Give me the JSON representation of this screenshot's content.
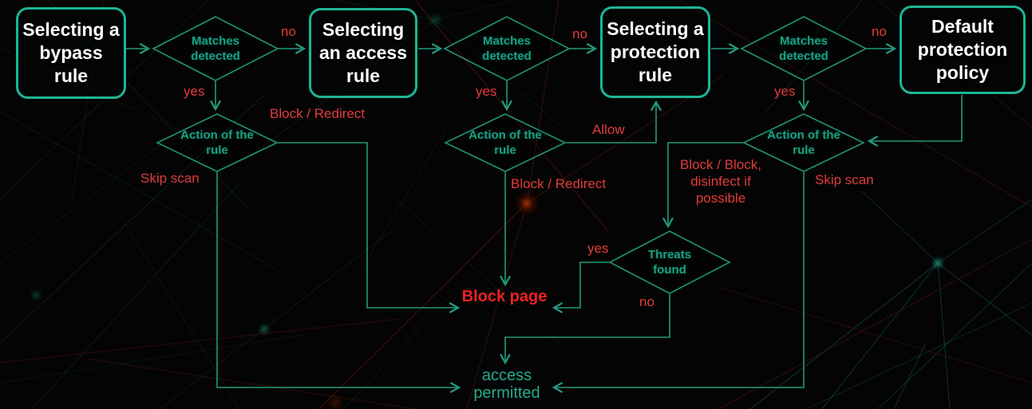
{
  "diagram": {
    "title_semantic": "web-protection-rule-selection-flowchart",
    "colors": {
      "canvas_background": "#040404",
      "box_border_teal": "#1db596",
      "box_text_white": "#ffffff",
      "decision_teal": "#1aa283",
      "flow_line_teal": "#1f9478",
      "edge_label_red": "#e23c3c",
      "block_page_red": "#ee2222",
      "access_permitted_teal": "#27ab8c"
    },
    "nodes": {
      "bypass_rule": "Selecting a\nbypass\nrule",
      "access_rule": "Selecting\nan access\nrule",
      "protection_rule": "Selecting a\nprotection\nrule",
      "default_policy": "Default\nprotection\npolicy"
    },
    "decisions": {
      "matches_detected": "Matches\ndetected",
      "action_of_rule": "Action of the\nrule",
      "threats_found": "Threats\nfound"
    },
    "edge_labels": {
      "no": "no",
      "yes": "yes",
      "block_redirect": "Block / Redirect",
      "skip_scan": "Skip scan",
      "allow": "Allow",
      "block_disinfect": "Block / Block,\ndisinfect if\npossible"
    },
    "terminals": {
      "block_page": "Block page",
      "access_permitted": "access\npermitted"
    }
  }
}
